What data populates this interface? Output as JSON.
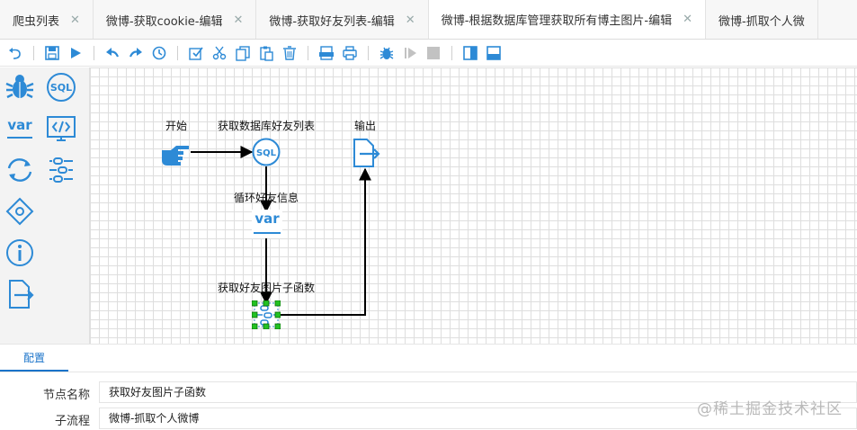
{
  "tabs": [
    {
      "label": "爬虫列表"
    },
    {
      "label": "微博-获取cookie-编辑"
    },
    {
      "label": "微博-获取好友列表-编辑"
    },
    {
      "label": "微博-根据数据库管理获取所有博主图片-编辑"
    },
    {
      "label": "微博-抓取个人微"
    }
  ],
  "toolbar": [
    "undo-icon",
    "save-icon",
    "run-icon",
    "undo-arrow-icon",
    "redo-arrow-icon",
    "history-icon",
    "select-icon",
    "cut-icon",
    "copy-icon",
    "paste-icon",
    "delete-icon",
    "image-icon",
    "print-icon",
    "debug-icon",
    "step-icon",
    "stop-icon",
    "layout-icon",
    "panel-icon"
  ],
  "palette": [
    "bug-icon",
    "sql-icon",
    "var-icon",
    "code-icon",
    "loop-icon",
    "process-icon",
    "diamond-icon",
    "info-icon",
    "output-icon"
  ],
  "palette_var_text": "var",
  "palette_sql_text": "SQL",
  "nodes": {
    "start_label": "开始",
    "sql_label": "获取数据库好友列表",
    "sql_text": "SQL",
    "loop_label": "循环好友信息",
    "var_text": "var",
    "sub_label": "获取好友图片子函数",
    "output_label": "输出"
  },
  "config_tab": "配置",
  "props": {
    "node_name_label": "节点名称",
    "node_name_value": "获取好友图片子函数",
    "subflow_label": "子流程",
    "subflow_value": "微博-抓取个人微博"
  },
  "watermark": "@稀土掘金技术社区",
  "colors": {
    "accent": "#1a73c9",
    "icon": "#2d8ad6",
    "select": "#22c222"
  }
}
